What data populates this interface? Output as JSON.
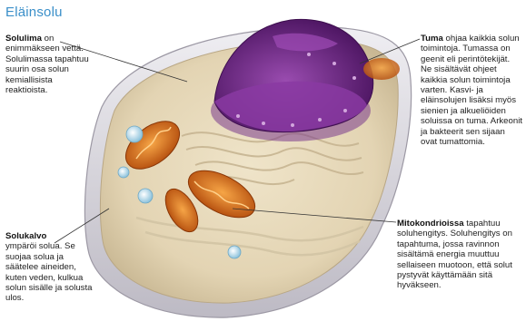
{
  "title": "Eläinsolu",
  "labels": {
    "solulima": {
      "term": "Solulima",
      "text": "on enimmäk­seen vettä. Solulimassa tapahtuu suurin osa solun kemiallisista reaktioista."
    },
    "tuma": {
      "term": "Tuma",
      "text": "ohjaa kaikkia solun toimintoja. Tumassa on geenit eli perintötekijät. Ne sisältävät ohjeet kaikkia solun toimintoja varten. Kasvi- ja eläinsolujen lisäksi myös sienien ja alkueliöiden soluissa on tuma. Arkeonit ja bakteerit sen sijaan ovat tumattomia."
    },
    "solukalvo": {
      "term": "Solukalvo",
      "text": "ympäröi solua. Se suojaa solua ja säätelee aineiden, kuten veden, kulkua solun sisälle ja solusta ulos."
    },
    "mitokondriot": {
      "term": "Mitokondrioissa",
      "text": "tapahtuu soluhengitys. Soluhengitys on tapahtuma, jossa ravinnon sisältämä energia muuttuu sellaiseen muotoon, että solut pystyvät käyttämään sitä hyväkseen."
    }
  },
  "colors": {
    "title": "#3a8fc9",
    "membrane": "#d9d6dc",
    "cytoplasm": "#e9dcc0",
    "nucleus": "#6a2a7c",
    "mitochondrion": "#e07a1c",
    "vesicle": "#bfe0f0"
  }
}
